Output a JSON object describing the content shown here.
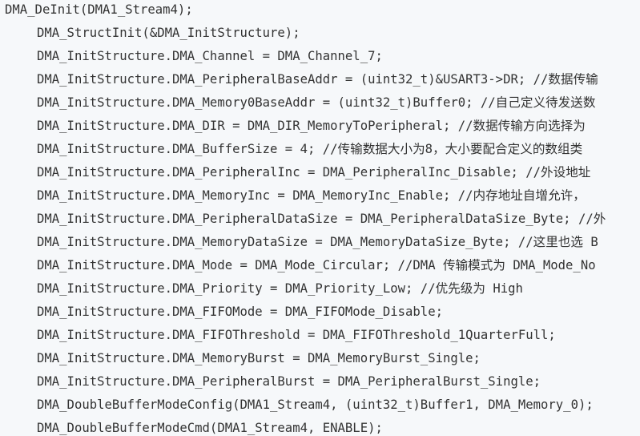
{
  "code": {
    "lines": [
      "DMA_DeInit(DMA1_Stream4);",
      "DMA_StructInit(&DMA_InitStructure);",
      "DMA_InitStructure.DMA_Channel = DMA_Channel_7;",
      "DMA_InitStructure.DMA_PeripheralBaseAddr = (uint32_t)&USART3->DR; //数据传输",
      "DMA_InitStructure.DMA_Memory0BaseAddr = (uint32_t)Buffer0; //自己定义待发送数",
      "DMA_InitStructure.DMA_DIR = DMA_DIR_MemoryToPeripheral; //数据传输方向选择为",
      "DMA_InitStructure.DMA_BufferSize = 4; //传输数据大小为8，大小要配合定义的数组类",
      "DMA_InitStructure.DMA_PeripheralInc = DMA_PeripheralInc_Disable; //外设地址",
      "DMA_InitStructure.DMA_MemoryInc = DMA_MemoryInc_Enable; //内存地址自增允许，",
      "DMA_InitStructure.DMA_PeripheralDataSize = DMA_PeripheralDataSize_Byte; //外",
      "DMA_InitStructure.DMA_MemoryDataSize = DMA_MemoryDataSize_Byte; //这里也选 B",
      "DMA_InitStructure.DMA_Mode = DMA_Mode_Circular; //DMA 传输模式为 DMA_Mode_No",
      "DMA_InitStructure.DMA_Priority = DMA_Priority_Low; //优先级为 High",
      "DMA_InitStructure.DMA_FIFOMode = DMA_FIFOMode_Disable;",
      "DMA_InitStructure.DMA_FIFOThreshold = DMA_FIFOThreshold_1QuarterFull;",
      "DMA_InitStructure.DMA_MemoryBurst = DMA_MemoryBurst_Single;",
      "DMA_InitStructure.DMA_PeripheralBurst = DMA_PeripheralBurst_Single;",
      "DMA_DoubleBufferModeConfig(DMA1_Stream4, (uint32_t)Buffer1, DMA_Memory_0);",
      "DMA_DoubleBufferModeCmd(DMA1_Stream4, ENABLE);"
    ]
  },
  "colors": {
    "background": "#f6f8fa",
    "text": "#333333"
  }
}
